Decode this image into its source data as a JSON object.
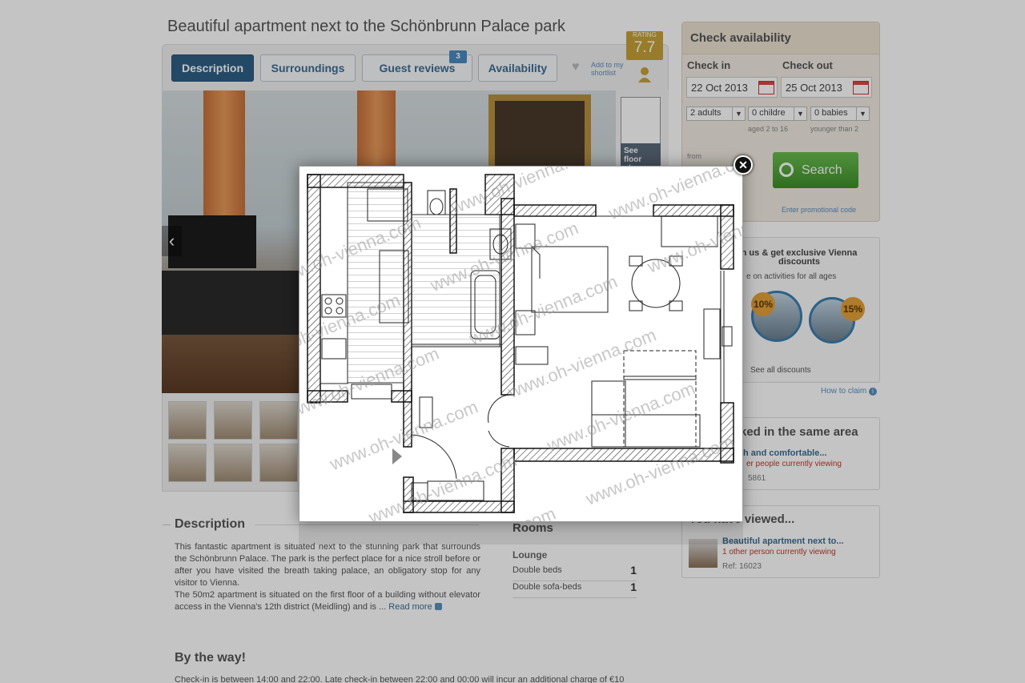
{
  "listing": {
    "title": "Beautiful apartment next to the Schönbrunn Palace park",
    "tabs": [
      {
        "label": "Description",
        "active": true
      },
      {
        "label": "Surroundings"
      },
      {
        "label": "Guest reviews",
        "badge": "3"
      },
      {
        "label": "Availability"
      }
    ],
    "shortlist": "Add to my shortlist",
    "rating_label": "RATING",
    "rating_value": "7.7",
    "floorplan_label": "See floor plan"
  },
  "availability": {
    "title": "Check availability",
    "check_in_label": "Check in",
    "check_out_label": "Check out",
    "check_in": "22 Oct 2013",
    "check_out": "25 Oct 2013",
    "adults": "2 adults",
    "children": "0 childre",
    "babies": "0 babies",
    "children_note": "aged 2 to 16",
    "babies_note": "younger than 2",
    "from_label": "from",
    "search_label": "Search",
    "promo": "Enter promotional code"
  },
  "discounts": {
    "heading": "n us & get exclusive Vienna discounts",
    "subtitle": "e on activities for all ages",
    "pct1": "10%",
    "pct2": "15%",
    "see_all": "See all discounts",
    "how_to_claim": "How to claim"
  },
  "booked": {
    "heading": "ked in the same area",
    "line1": "h and comfortable...",
    "line2": "er people currently viewing",
    "line3": "5861"
  },
  "viewed": {
    "heading": "You have viewed...",
    "line1": "Beautiful apartment next to...",
    "line2": "1 other person currently viewing",
    "line3": "Ref: 16023"
  },
  "description": {
    "heading": "Description",
    "p1": "This fantastic apartment is situated next to the stunning park that surrounds the Schönbrunn Palace. The park is the perfect place for a nice stroll before or after you have visited the breath taking palace, an obligatory stop for any visitor to Vienna.",
    "p2": "The 50m2 apartment is situated on the first floor of a building without elevator access in the Vienna's 12th district (Meidling) and is ...",
    "read_more": "Read more"
  },
  "rooms": {
    "heading": "Rooms",
    "lounge": "Lounge",
    "rows": [
      {
        "label": "Double beds",
        "count": "1"
      },
      {
        "label": "Double sofa-beds",
        "count": "1"
      }
    ]
  },
  "by_the_way": {
    "heading": "By the way!",
    "text": "Check-in is between 14:00 and 22:00. Late check-in between 22:00 and 00:00 will incur an additional charge of €10"
  },
  "modal": {
    "watermark": "www.oh-vienna.com",
    "close_icon": "close-icon"
  },
  "colors": {
    "accent": "#2f5f86",
    "search_green": "#4ea636",
    "rating_gold": "#c8a238",
    "alert_red": "#c0392b"
  }
}
